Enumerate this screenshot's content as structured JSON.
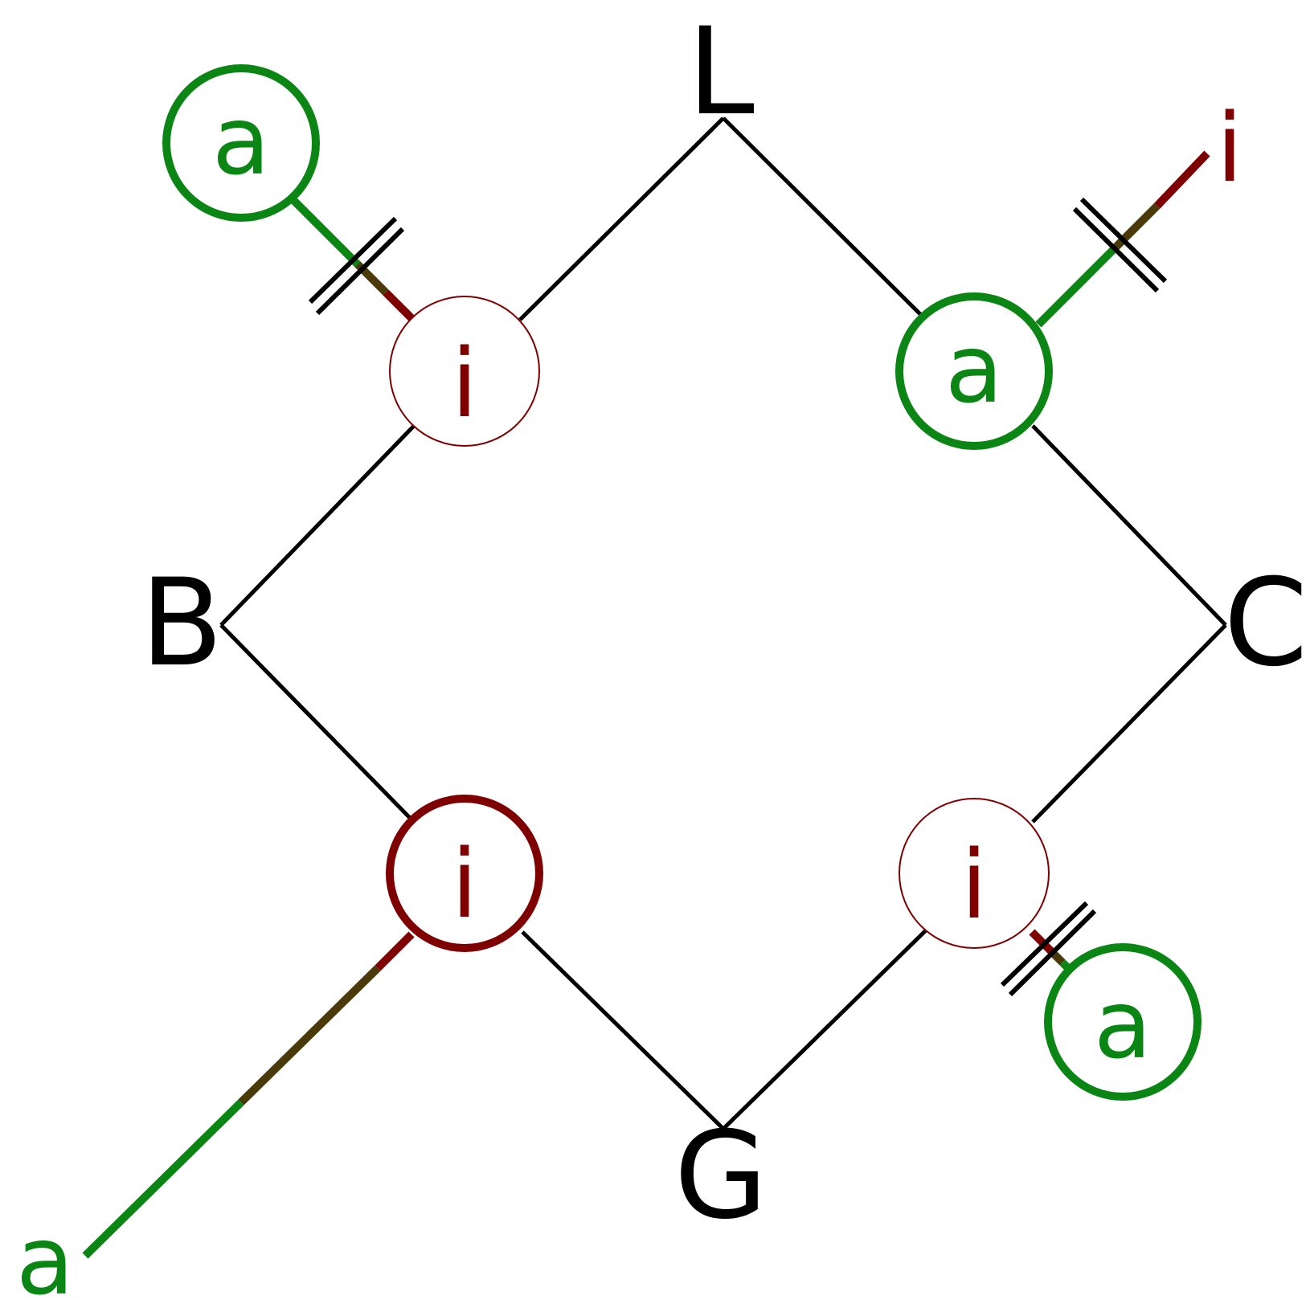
{
  "colors": {
    "black": "#000000",
    "green": "#0b8514",
    "red": "#7f0000",
    "mix": "#4a3a0a",
    "white": "#ffffff"
  },
  "vertices": {
    "L": "L",
    "B": "B",
    "C": "C",
    "G": "G"
  },
  "nodes": {
    "ul": {
      "label": "i",
      "kind": "i",
      "ring": "thin"
    },
    "ur": {
      "label": "a",
      "kind": "a",
      "ring": "thick"
    },
    "ll": {
      "label": "i",
      "kind": "i",
      "ring": "thick"
    },
    "lr": {
      "label": "i",
      "kind": "i",
      "ring": "thin"
    }
  },
  "satellites": {
    "ul_sat": {
      "label": "a",
      "kind": "a",
      "circled": true
    },
    "ur_sat": {
      "label": "i",
      "kind": "i",
      "circled": false
    },
    "lr_sat": {
      "label": "a",
      "kind": "a",
      "circled": true
    },
    "ll_sat": {
      "label": "a",
      "kind": "a",
      "circled": false
    }
  }
}
